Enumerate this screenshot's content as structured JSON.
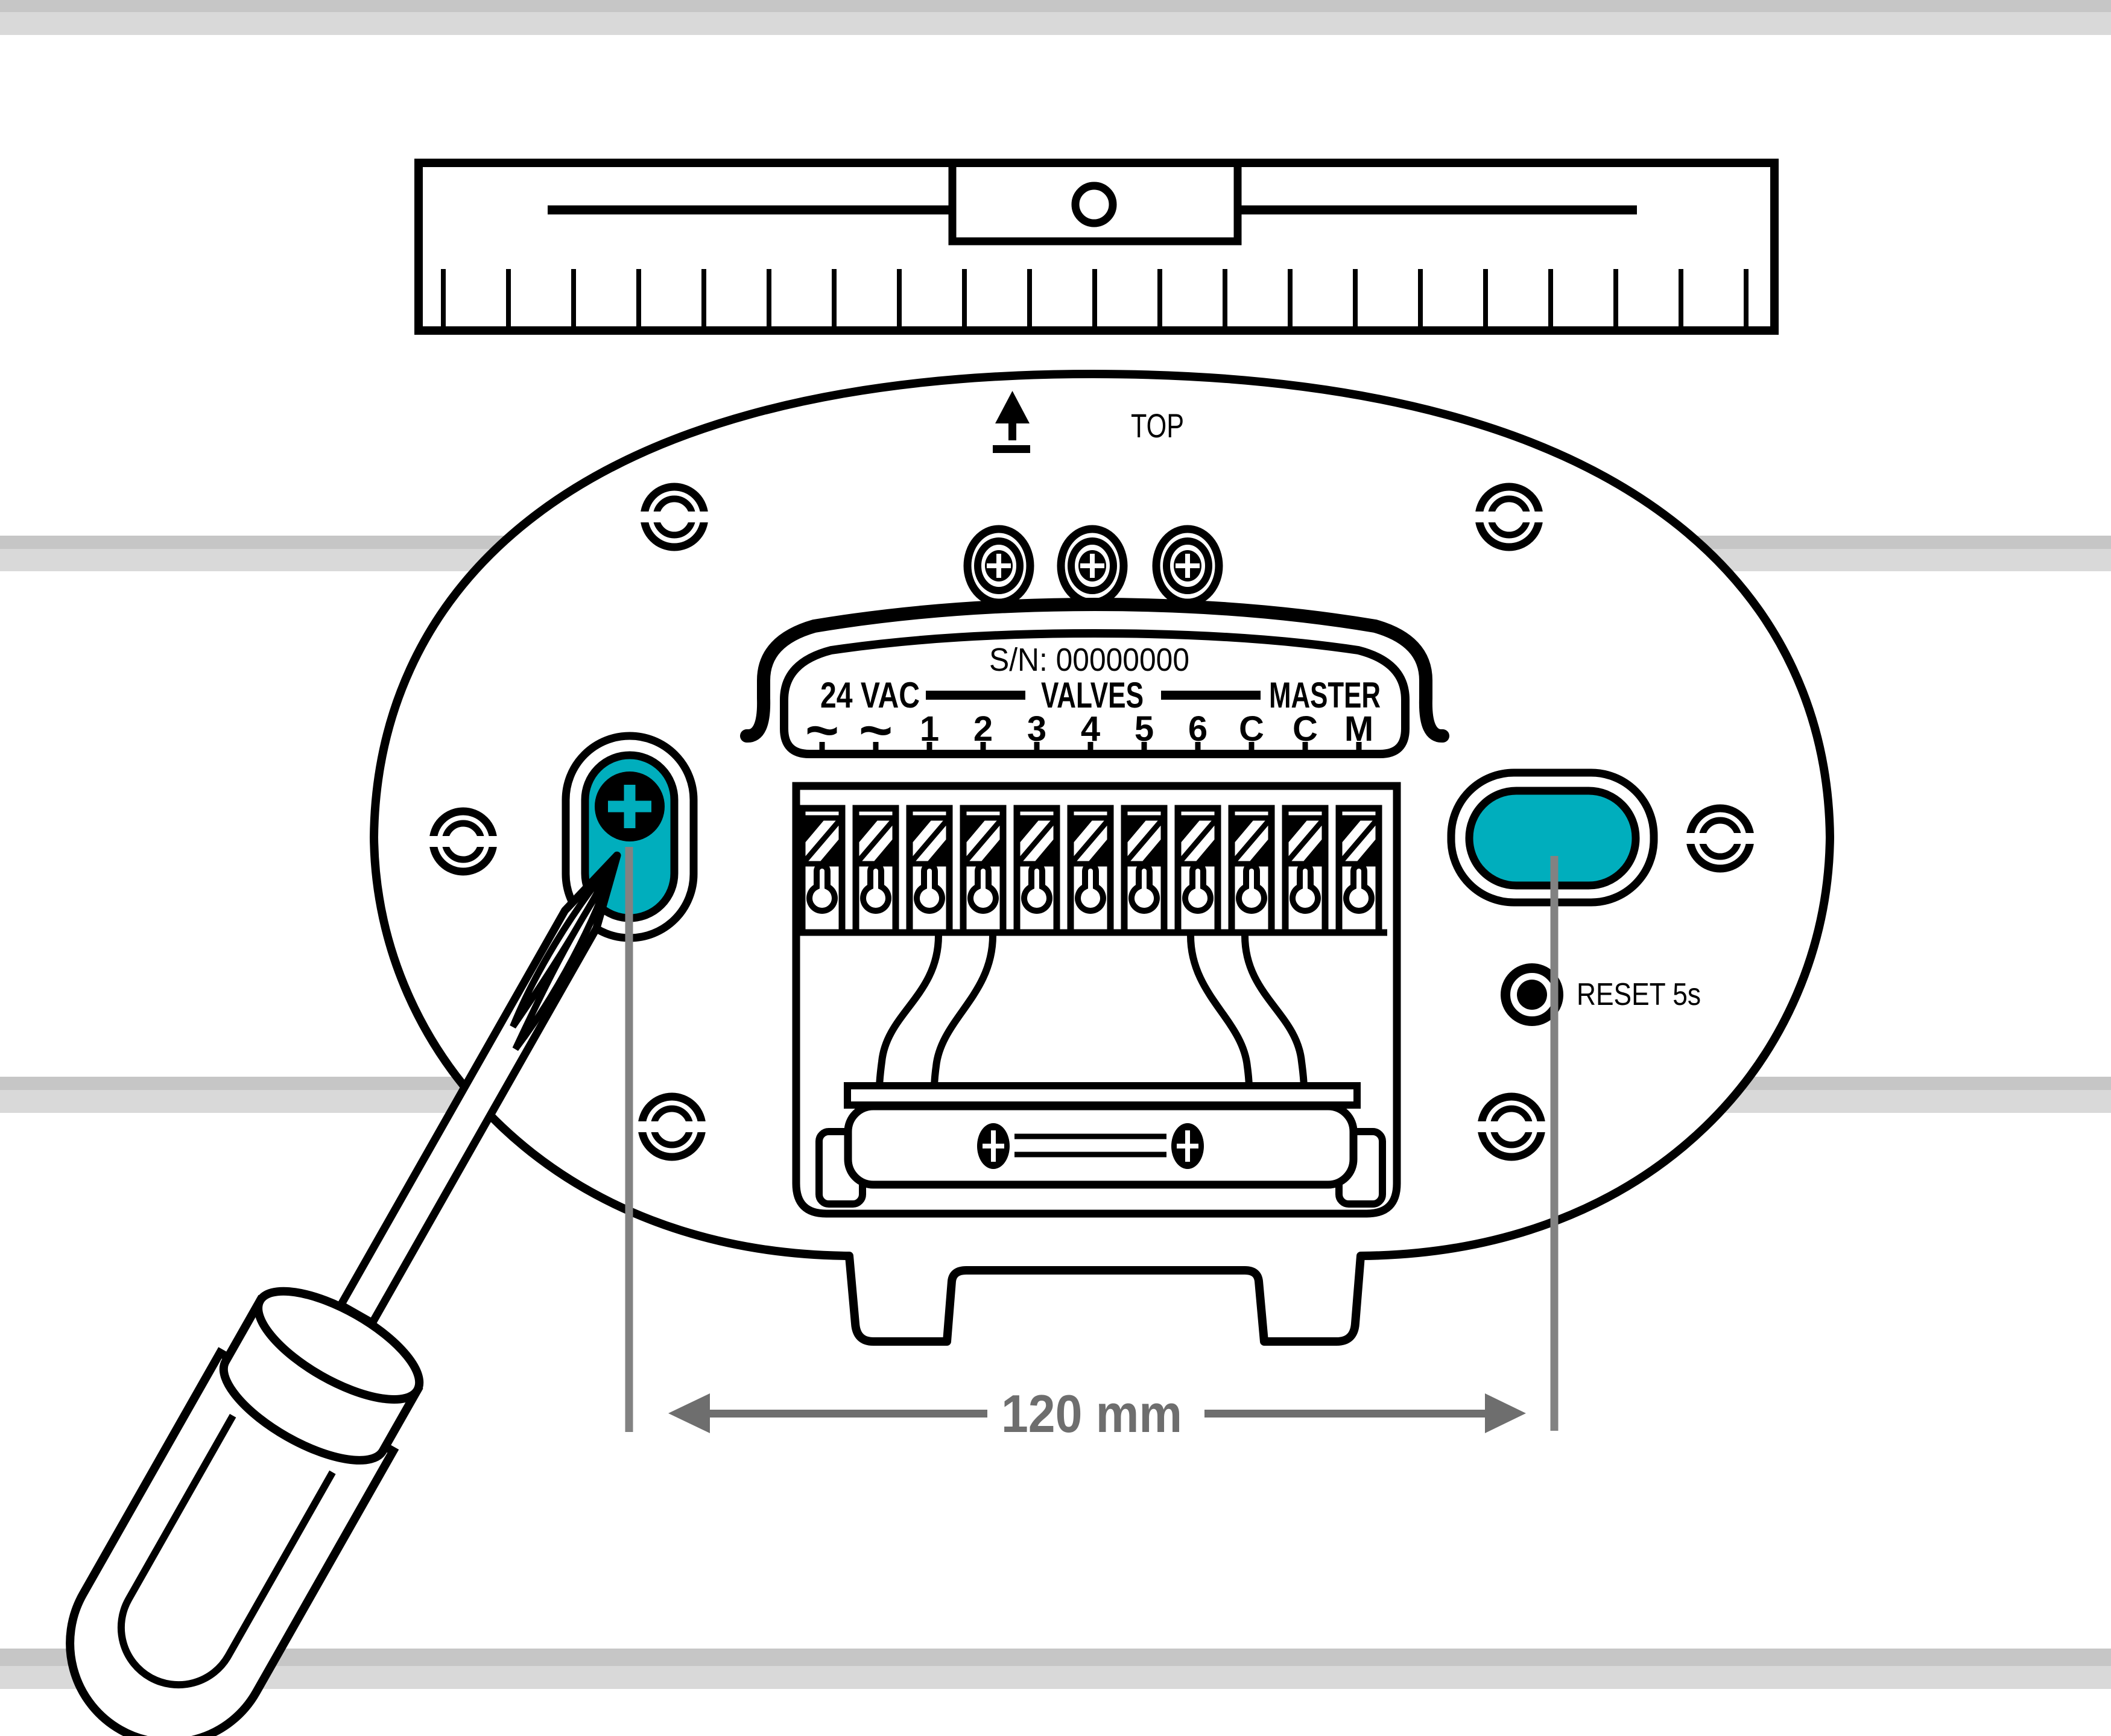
{
  "colors": {
    "outline": "#000000",
    "accent_teal": "#00aebd",
    "wall_shadow_dark": "#c6c6c6",
    "wall_shadow_light": "#d9d9d9",
    "leader_line_gray": "#828282",
    "dimension_gray": "#6e6e6e"
  },
  "device": {
    "top_label": "TOP",
    "serial": "S/N: 00000000",
    "group_labels": {
      "power": "24 VAC",
      "valves": "VALVES",
      "master": "MASTER"
    },
    "terminals": [
      "~",
      "~",
      "1",
      "2",
      "3",
      "4",
      "5",
      "6",
      "C",
      "C",
      "M"
    ],
    "reset_label": "RESET 5s"
  },
  "dimension_label": "120 mm"
}
